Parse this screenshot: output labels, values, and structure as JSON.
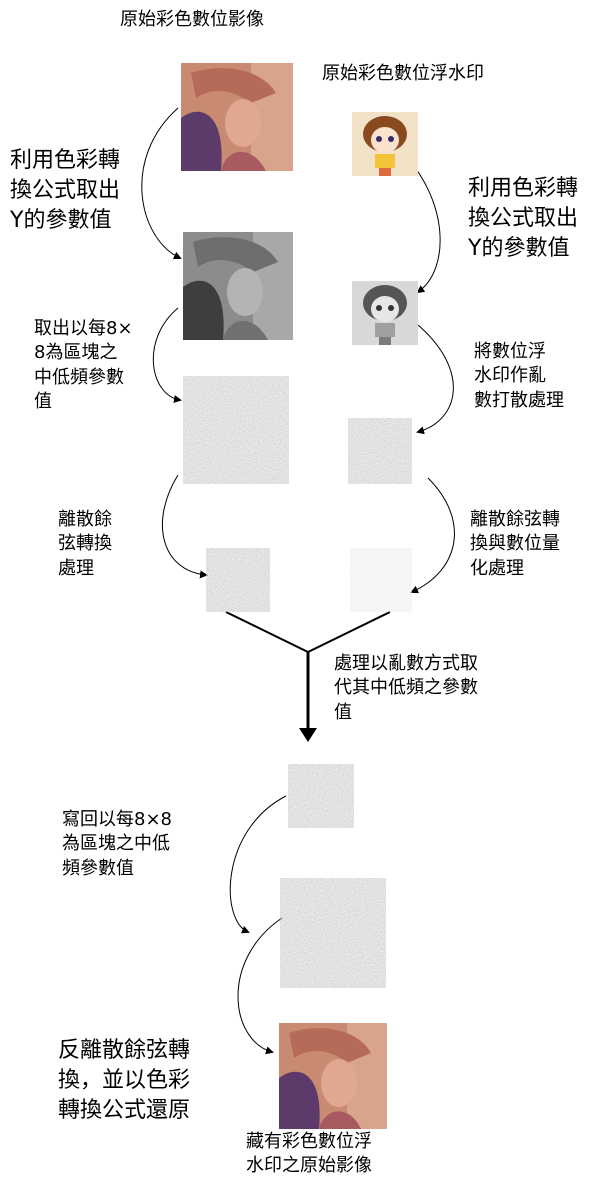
{
  "labels": {
    "original_image": "原始彩色數位影像",
    "original_watermark": "原始彩色數位浮水印",
    "left_y_extract": "利用色彩轉\n換公式取出\nY的參數值",
    "right_y_extract": "利用色彩轉\n換公式取出\nY的參數值",
    "block_extract": "取出以每8×\n8為區塊之\n中低頻參數\n值",
    "scramble": "將數位浮\n水印作亂\n數打散處理",
    "dct_left": "離散餘\n弦轉換\n處理",
    "dct_quant_right": "離散餘弦轉\n換與數位量\n化處理",
    "replace": "處理以亂數方式取\n代其中低頻之參數\n值",
    "write_back": "寫回以每8×8\n為區塊之中低\n頻參數值",
    "inverse": "反離散餘弦轉\n換，並以色彩\n轉換公式還原",
    "final": "藏有彩色數位浮\n水印之原始影像"
  },
  "colors": {
    "lena_color": "#c98a72",
    "lena_gray": "#8c8c8c",
    "noise_gray": "#9a9a9a",
    "light_noise": "#dcdcdc",
    "watermark_bg": "#f2e2c8"
  },
  "icons": {
    "lena_color": "portrait-photo-color",
    "lena_gray": "portrait-photo-grayscale",
    "watermark_color": "anime-girl-watermark-color",
    "watermark_gray": "anime-girl-watermark-grayscale"
  }
}
